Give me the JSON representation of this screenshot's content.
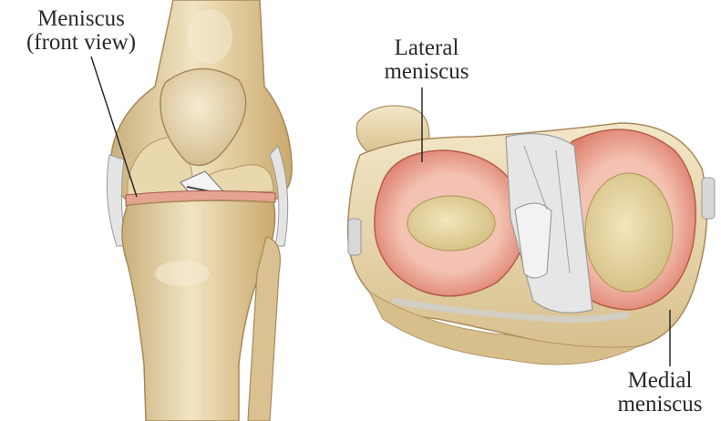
{
  "labels": {
    "front": {
      "line1": "Meniscus",
      "line2": "(front view)"
    },
    "lateral": {
      "line1": "Lateral",
      "line2": "meniscus"
    },
    "medial": {
      "line1": "Medial",
      "line2": "meniscus"
    }
  },
  "colors": {
    "bone": "#e8d8b0",
    "bone_shadow": "#c9b07c",
    "meniscus": "#e08a78",
    "ligament": "#dcdcdc",
    "leader_line": "#2b2b2b"
  }
}
